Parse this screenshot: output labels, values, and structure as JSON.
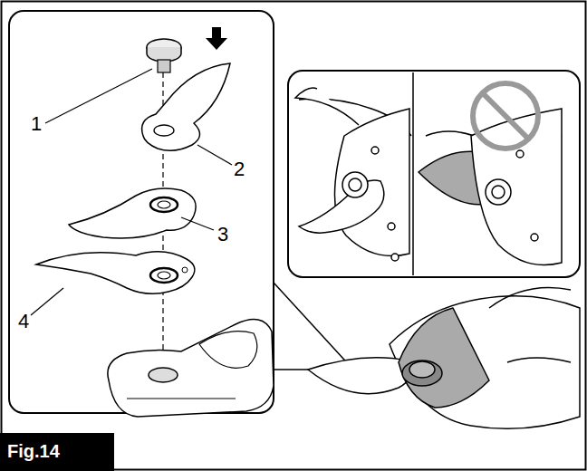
{
  "diagram": {
    "labels": [
      "1",
      "2",
      "3",
      "4",
      "Fig.14"
    ]
  }
}
